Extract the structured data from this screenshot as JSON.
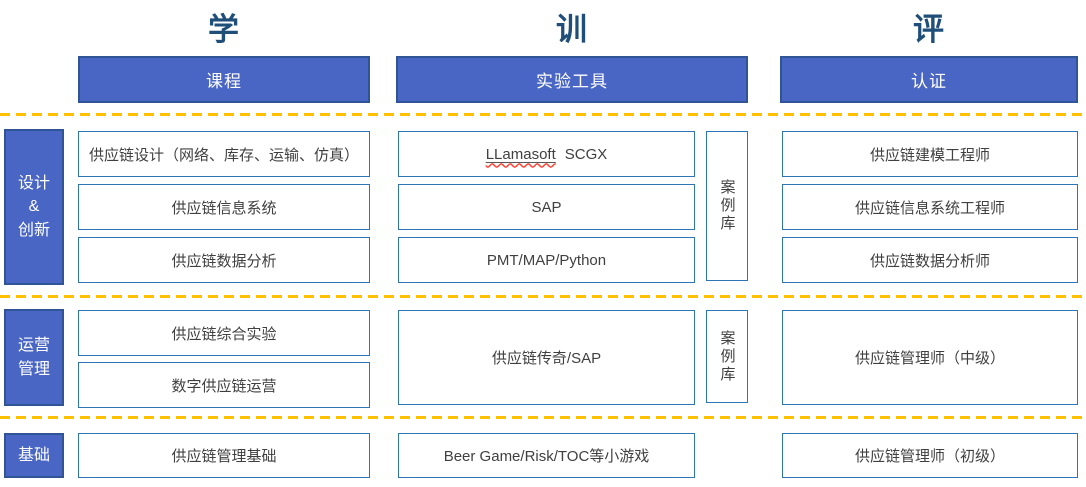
{
  "titles": {
    "learn": "学",
    "train": "训",
    "assess": "评"
  },
  "headers": {
    "courses": "课程",
    "tools": "实验工具",
    "certs": "认证"
  },
  "row_labels": {
    "design": {
      "lines": [
        "设计",
        "&",
        "创新"
      ]
    },
    "operations": {
      "lines": [
        "运营",
        "管理"
      ]
    },
    "foundation": {
      "lines": [
        "基础"
      ]
    }
  },
  "courses": {
    "design": [
      "供应链设计（网络、库存、运输、仿真）",
      "供应链信息系统",
      "供应链数据分析"
    ],
    "operations": [
      "供应链综合实验",
      "数字供应链运营"
    ],
    "foundation": [
      "供应链管理基础"
    ]
  },
  "tools": {
    "design": [
      {
        "brand": "LLamasoft",
        "suffix": "SCGX"
      },
      {
        "text": "SAP"
      },
      {
        "text": "PMT/MAP/Python"
      }
    ],
    "operations": [
      {
        "text": "供应链传奇/SAP"
      }
    ],
    "foundation": [
      {
        "text": "Beer Game/Risk/TOC等小游戏"
      }
    ]
  },
  "case_library": "案例库",
  "certifications": {
    "design": [
      "供应链建模工程师",
      "供应链信息系统工程师",
      "供应链数据分析师"
    ],
    "operations": [
      "供应链管理师（中级）"
    ],
    "foundation": [
      "供应链管理师（初级）"
    ]
  },
  "colors": {
    "bar_fill": "#4A66C4",
    "bar_border": "#2F5597",
    "box_border": "#2E75B6",
    "divider_dash": "#FFC000",
    "title_text": "#1F4E79",
    "body_text": "#404040",
    "squiggle_red": "#ff4336"
  }
}
